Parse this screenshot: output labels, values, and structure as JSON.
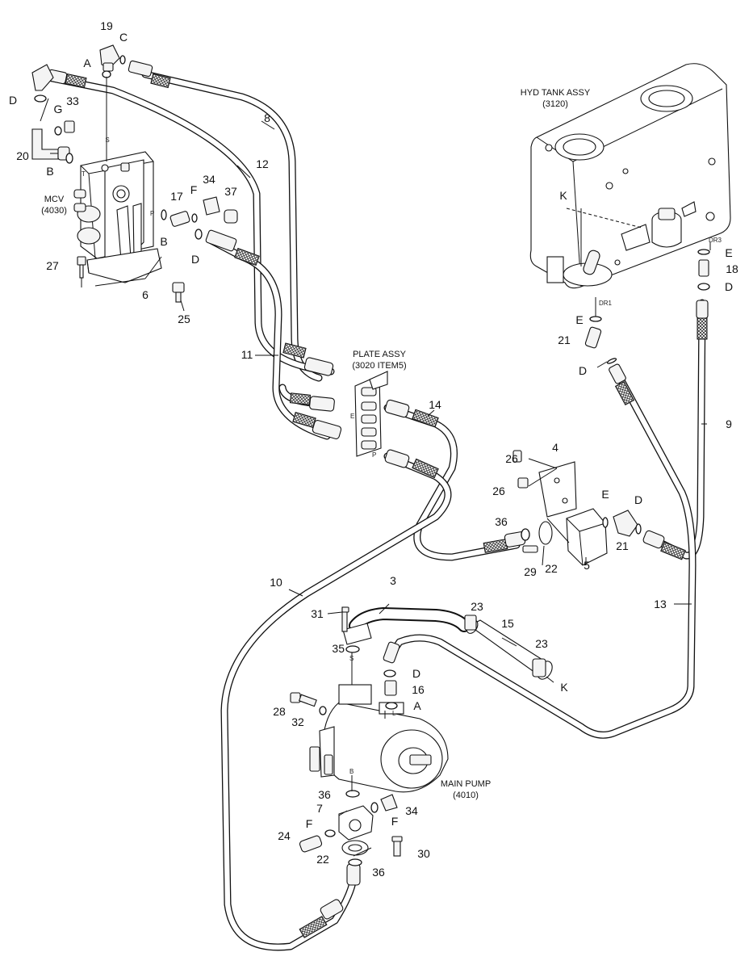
{
  "assemblies": {
    "hyd_tank": {
      "title": "HYD TANK ASSY",
      "code": "(3120)"
    },
    "plate": {
      "title": "PLATE ASSY",
      "code": "(3020 ITEM5)"
    },
    "mcv": {
      "title": "MCV",
      "code": "(4030)"
    },
    "main_pump": {
      "title": "MAIN PUMP",
      "code": "(4010)"
    }
  },
  "ports": {
    "mcv_s": "S",
    "mcv_t": "T",
    "mcv_p": "P",
    "plate_e": "E",
    "plate_p": "P",
    "pump_s": "S",
    "pump_l": "L",
    "pump_b": "B",
    "tank_dr1": "DR1",
    "tank_dr3": "DR3"
  },
  "callouts": {
    "n19": "19",
    "c1": "C",
    "a1": "A",
    "d1": "D",
    "g1": "G",
    "n33": "33",
    "n20": "20",
    "b1": "B",
    "n8": "8",
    "n12": "12",
    "n34a": "34",
    "n37": "37",
    "f1": "F",
    "n17": "17",
    "b2": "B",
    "d2": "D",
    "n27": "27",
    "n6": "6",
    "n25": "25",
    "n11": "11",
    "n14": "14",
    "n4": "4",
    "n26a": "26",
    "n26b": "26",
    "n36a": "36",
    "e1": "E",
    "d3": "D",
    "n21a": "21",
    "n5": "5",
    "n29": "29",
    "n22a": "22",
    "k1": "K",
    "e2": "E",
    "n18": "18",
    "d4": "D",
    "e3": "E",
    "n21b": "21",
    "d5": "D",
    "n9": "9",
    "n10": "10",
    "n3": "3",
    "n31": "31",
    "n23a": "23",
    "n15": "15",
    "n23b": "23",
    "k2": "K",
    "n35": "35",
    "d6": "D",
    "n16": "16",
    "a2": "A",
    "n13": "13",
    "n28": "28",
    "n32": "32",
    "n36b": "36",
    "n7": "7",
    "n34b": "34",
    "f2": "F",
    "f3": "F",
    "n24": "24",
    "n22b": "22",
    "n30": "30",
    "n36c": "36"
  }
}
